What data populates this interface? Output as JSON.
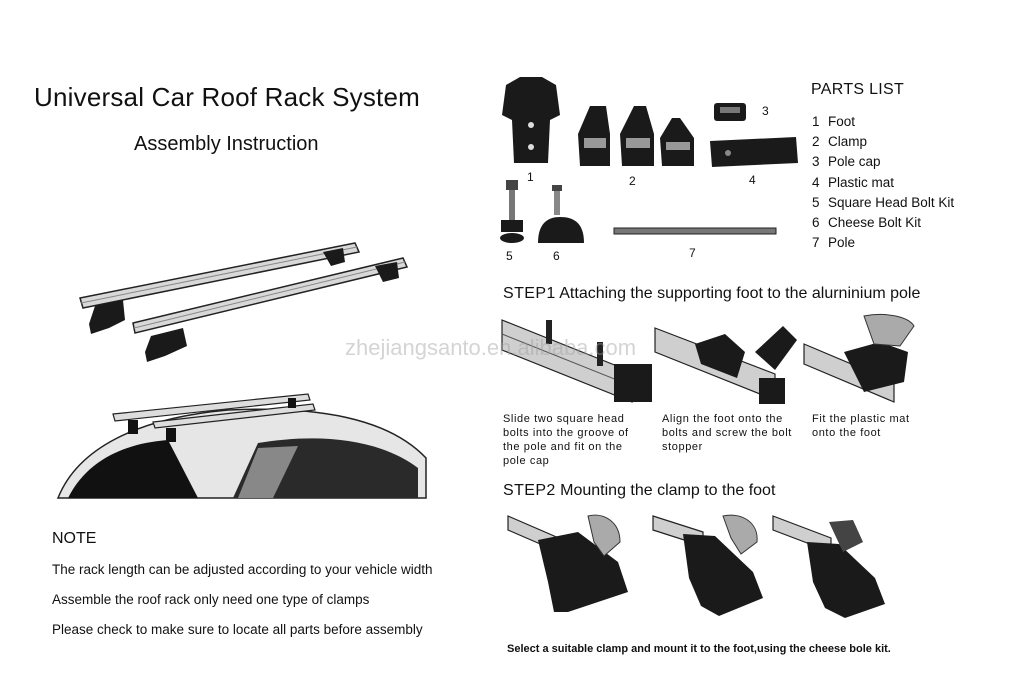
{
  "title": "Universal Car Roof Rack System",
  "subtitle": "Assembly  Instruction",
  "watermark": "zhejiangsanto.en.alibaba.com",
  "note": {
    "heading": "NOTE",
    "lines": [
      "The rack length can be adjusted according to your vehicle width",
      "Assemble the roof rack only need one type of clamps",
      "Please check to make sure to locate all parts before assembly"
    ]
  },
  "parts_list": {
    "heading": "PARTS LIST",
    "items": [
      {
        "num": "1",
        "name": "Foot"
      },
      {
        "num": "2",
        "name": "Clamp"
      },
      {
        "num": "3",
        "name": "Pole cap"
      },
      {
        "num": "4",
        "name": "Plastic mat"
      },
      {
        "num": "5",
        "name": "Square Head Bolt Kit"
      },
      {
        "num": "6",
        "name": "Cheese Bolt Kit"
      },
      {
        "num": "7",
        "name": "Pole"
      }
    ]
  },
  "part_numbers": [
    "1",
    "2",
    "3",
    "4",
    "5",
    "6",
    "7"
  ],
  "step1": {
    "label": "STEP1",
    "title": "Attaching the supporting foot to the alurninium pole",
    "captions": [
      "Slide two square head bolts into the groove of the pole and fit on the pole cap",
      "Align the foot onto the bolts and  screw the bolt stopper",
      "Fit the plastic mat onto the foot"
    ]
  },
  "step2": {
    "label": "STEP2",
    "title": "Mounting the clamp to the foot",
    "caption": "Select a suitable clamp and mount it to the foot,using the cheese bole kit."
  }
}
